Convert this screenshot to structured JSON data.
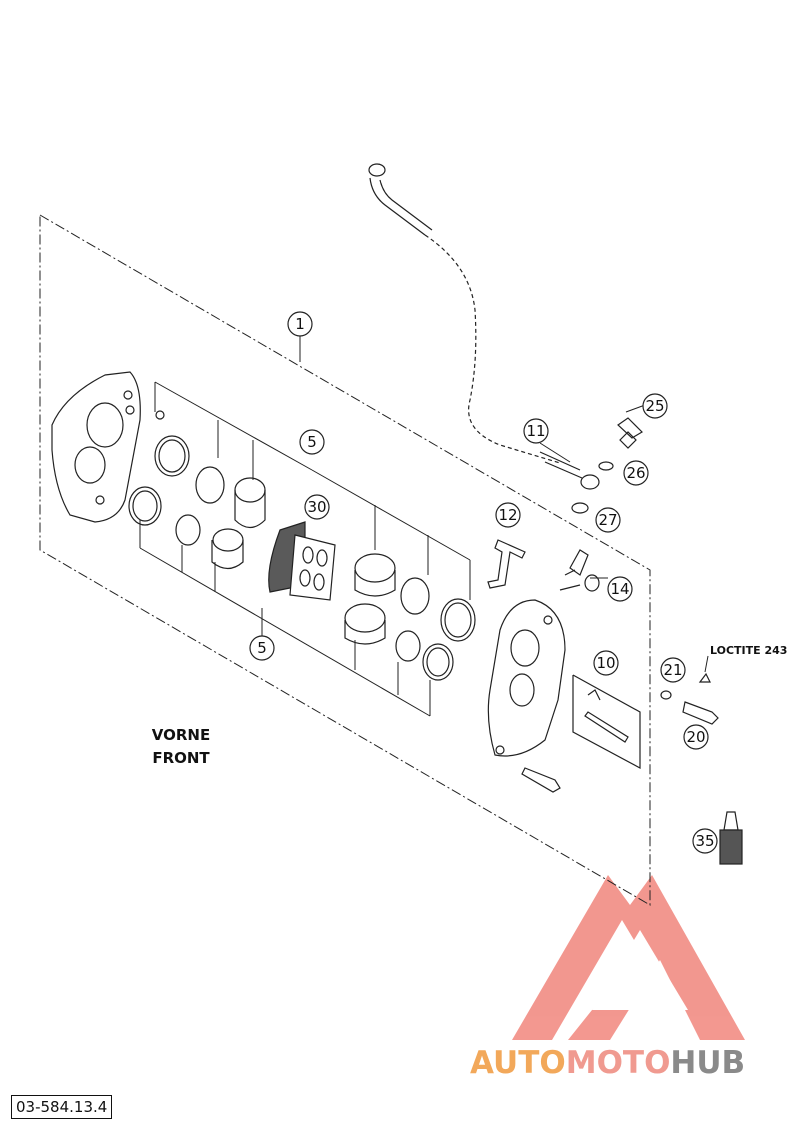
{
  "callouts": {
    "c1": "1",
    "c5_top": "5",
    "c5_bottom": "5",
    "c10": "10",
    "c11": "11",
    "c12": "12",
    "c14": "14",
    "c20": "20",
    "c21": "21",
    "c25": "25",
    "c26": "26",
    "c27": "27",
    "c30": "30",
    "c35": "35"
  },
  "labels": {
    "vorne": "VORNE",
    "front": "FRONT",
    "loctite": "LOCTITE 243"
  },
  "part_code": "03-584.13.4",
  "watermark": {
    "part1": "AUTO",
    "part2": "MOTO",
    "part3": "HUB",
    "colors": {
      "auto": "#f2a85a",
      "moto": "#f09a90",
      "hub": "#8a8a8a",
      "logo": "#f07e74"
    }
  }
}
